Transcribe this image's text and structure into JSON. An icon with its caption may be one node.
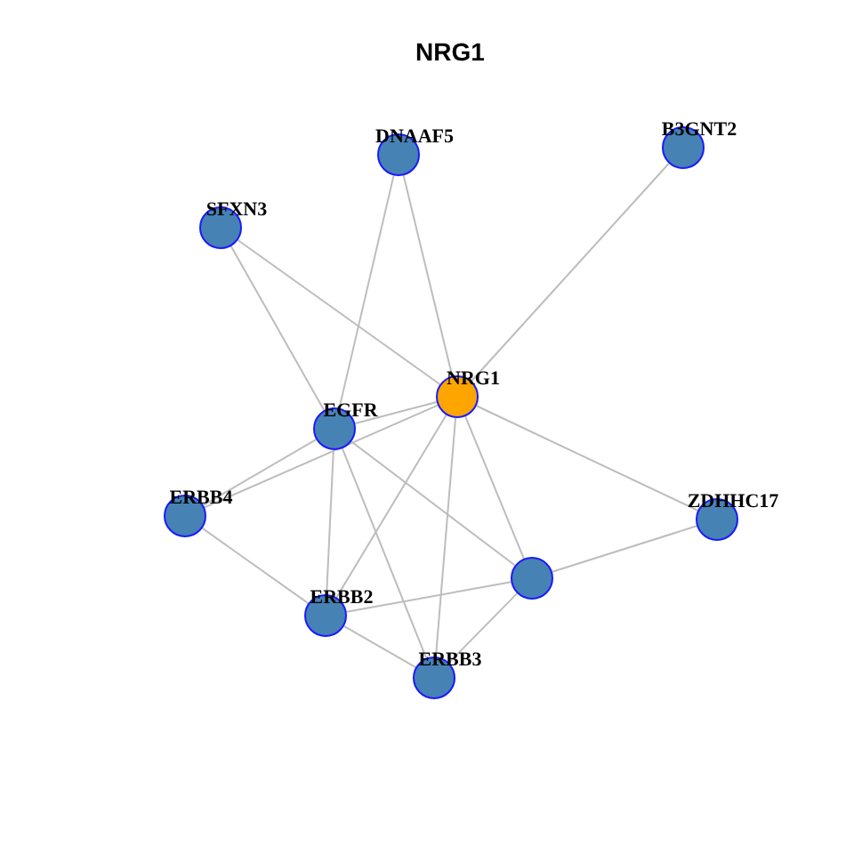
{
  "diagram": {
    "title": "NRG1",
    "nodes": [
      {
        "text": [
          "NRG1"
        ]
      },
      {
        "text": [
          "DNAAF5"
        ]
      },
      {
        "text": [
          "B3GNT2"
        ]
      },
      {
        "text": [
          "SFXN3"
        ]
      },
      {
        "text": [
          "EGFR"
        ]
      },
      {
        "text": [
          "ERBB4"
        ]
      },
      {
        "text": [
          "ZDHHC17"
        ]
      },
      {
        "text": [],
        "shape": "circle"
      },
      {
        "text": [
          "ERBB2"
        ]
      },
      {
        "text": [
          "ERBB3"
        ]
      }
    ],
    "edges": [
      {
        "from": 3,
        "to": 0,
        "arrow": "none"
      },
      {
        "from": 3,
        "to": 4,
        "arrow": "none"
      },
      {
        "from": 1,
        "to": 4,
        "arrow": "none"
      },
      {
        "from": 1,
        "to": 0,
        "arrow": "none"
      },
      {
        "from": 2,
        "to": 0,
        "arrow": "none"
      },
      {
        "from": 0,
        "to": 4,
        "arrow": "none"
      },
      {
        "from": 0,
        "to": 5,
        "arrow": "none"
      },
      {
        "from": 4,
        "to": 5,
        "arrow": "none"
      },
      {
        "from": 0,
        "to": 6,
        "arrow": "none"
      },
      {
        "from": 0,
        "to": 8,
        "arrow": "none"
      },
      {
        "from": 0,
        "to": 9,
        "arrow": "none"
      },
      {
        "from": 0,
        "to": 7,
        "arrow": "none"
      },
      {
        "from": 4,
        "to": 8,
        "arrow": "none"
      },
      {
        "from": 4,
        "to": 9,
        "arrow": "none"
      },
      {
        "from": 4,
        "to": 7,
        "arrow": "none"
      },
      {
        "from": 5,
        "to": 8,
        "arrow": "none"
      },
      {
        "from": 8,
        "to": 7,
        "arrow": "none"
      },
      {
        "from": 8,
        "to": 9,
        "arrow": "none"
      },
      {
        "from": 7,
        "to": 9,
        "arrow": "none"
      },
      {
        "from": 7,
        "to": 6,
        "arrow": "none"
      }
    ]
  }
}
